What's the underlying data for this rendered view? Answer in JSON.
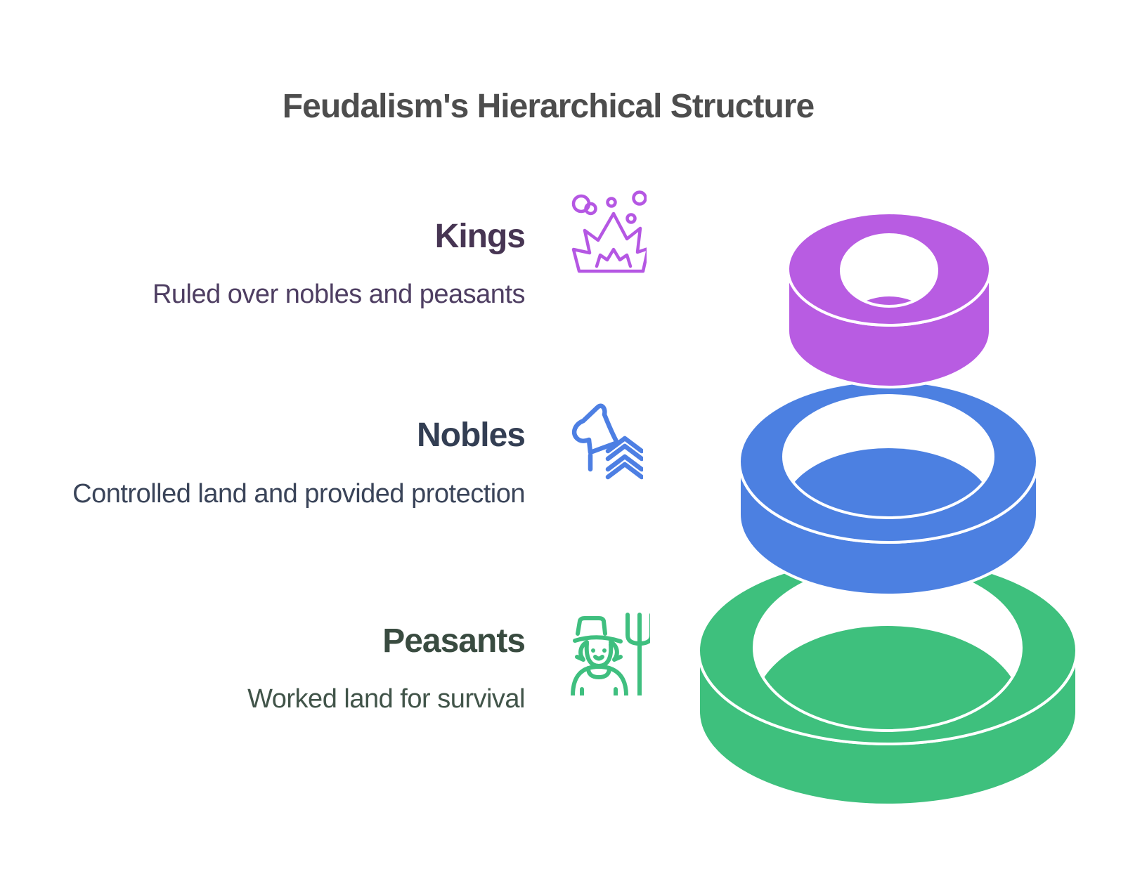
{
  "title": "Feudalism's Hierarchical Structure",
  "title_color": "#4d4d4d",
  "background_color": "#ffffff",
  "tiers": [
    {
      "label": "Kings",
      "description": "Ruled over nobles and peasants",
      "icon": "crown-explosion-icon",
      "accent_color": "#b557e3",
      "label_color": "#473553",
      "description_color": "#4e3e62"
    },
    {
      "label": "Nobles",
      "description": "Controlled land and provided protection",
      "icon": "chess-knight-chevrons-icon",
      "accent_color": "#4d7fe3",
      "label_color": "#333e53",
      "description_color": "#3a4459"
    },
    {
      "label": "Peasants",
      "description": "Worked land for survival",
      "icon": "farmer-pitchfork-icon",
      "accent_color": "#3fbf7f",
      "label_color": "#394b40",
      "description_color": "#415449"
    }
  ],
  "rings": [
    {
      "name": "kings-ring",
      "color": "#b85ce2"
    },
    {
      "name": "nobles-ring",
      "color": "#4c80e1"
    },
    {
      "name": "peasants-ring",
      "color": "#3ec07d"
    }
  ]
}
